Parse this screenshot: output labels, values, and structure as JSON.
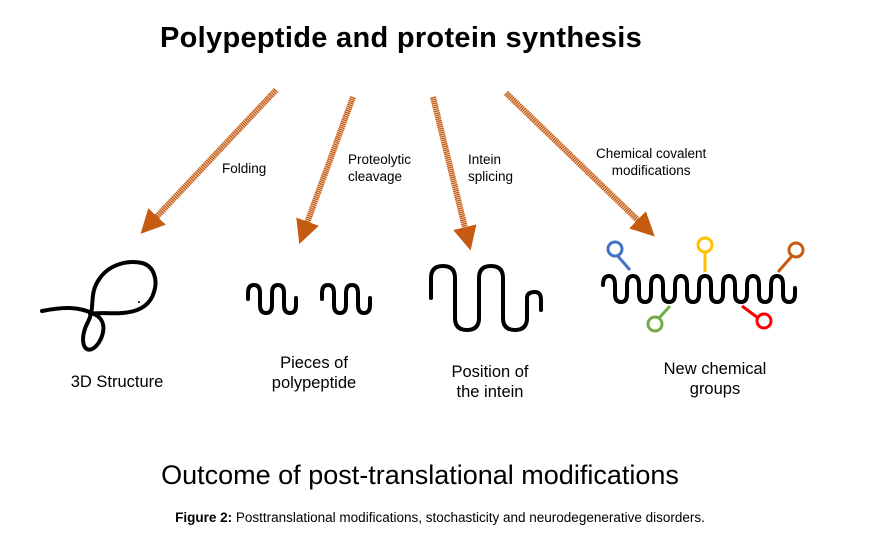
{
  "title": "Polypeptide and protein synthesis",
  "processes": {
    "folding": "Folding",
    "cleavage": "Proteolytic\ncleavage",
    "splicing": "Intein\nsplicing",
    "chemical": "Chemical covalent\nmodifications"
  },
  "outcomes": {
    "structure": "3D Structure",
    "pieces": "Pieces of\npolypeptide",
    "intein": "Position of\nthe intein",
    "groups": "New chemical\ngroups"
  },
  "subtitle": "Outcome of post-translational modifications",
  "caption": {
    "label": "Figure 2:",
    "text": " Posttranslational modifications, stochasticity and neurodegenerative disorders."
  },
  "colors": {
    "arrow": "#C55A11",
    "chain": "#000000",
    "group_blue": "#4472C4",
    "group_green": "#70AD47",
    "group_yellow": "#FFC000",
    "group_red": "#FF0000",
    "group_brown": "#C55A11"
  }
}
